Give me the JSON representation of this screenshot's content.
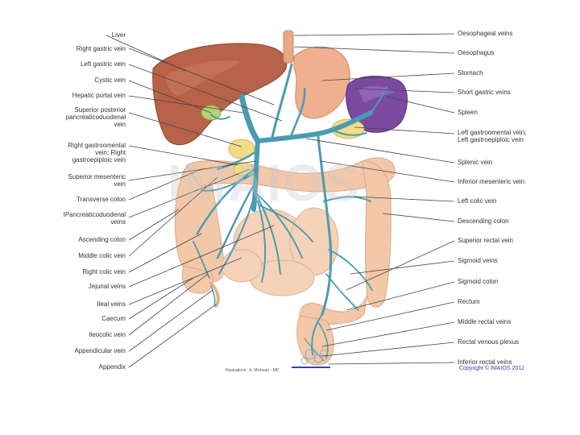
{
  "diagram": {
    "left_labels": [
      "Liver",
      "Right gastric vein",
      "Left gastric vein",
      "Cystic vein",
      "Hepatic portal vein",
      "Superior posterior\npancreaticoduodenal\nvein",
      "Right gastroomental\nvein; Right\ngastroepiploic vein",
      "Superior mesenteric\nvein",
      "Transverse colon",
      "IPancreaticoduodenal\nveins",
      "Ascending colon",
      "Middle colic vein",
      "Right colic vein",
      "Jejunal veins",
      "Ileal veins",
      "Caecum",
      "Ileocolic vein",
      "Appendicular vein",
      "Appendix"
    ],
    "right_labels": [
      "Oesophageal veins",
      "Oesophagus",
      "Stomach",
      "Short gastric veins",
      "Spleen",
      "Left gastroomental vein;\nLeft gastroepiploic vein",
      "Splenic vein",
      "Inferior mesenteric vein",
      "Left colic vein",
      "Descending colon",
      "Superior rectal vein",
      "Sigmoid veins",
      "Sigmoid colon",
      "Rectum",
      "Middle rectal veins",
      "Rectal venous plexus",
      "Inferior rectal veins"
    ],
    "illustration_credit": "Illustrations : A. Micheau - MD",
    "copyright": "Copyright © IMAIOS 2012",
    "watermark": "IMAIOS"
  },
  "colors": {
    "vein": "#4a9bb0",
    "liver": "#b8624a",
    "stomach": "#f0b090",
    "spleen": "#7a4aa0",
    "colon": "#f2c8a8",
    "pancreas": "#f2dc88",
    "gallbladder": "#b8d070",
    "leader": "#444444",
    "copyright": "#2a4aa8"
  }
}
